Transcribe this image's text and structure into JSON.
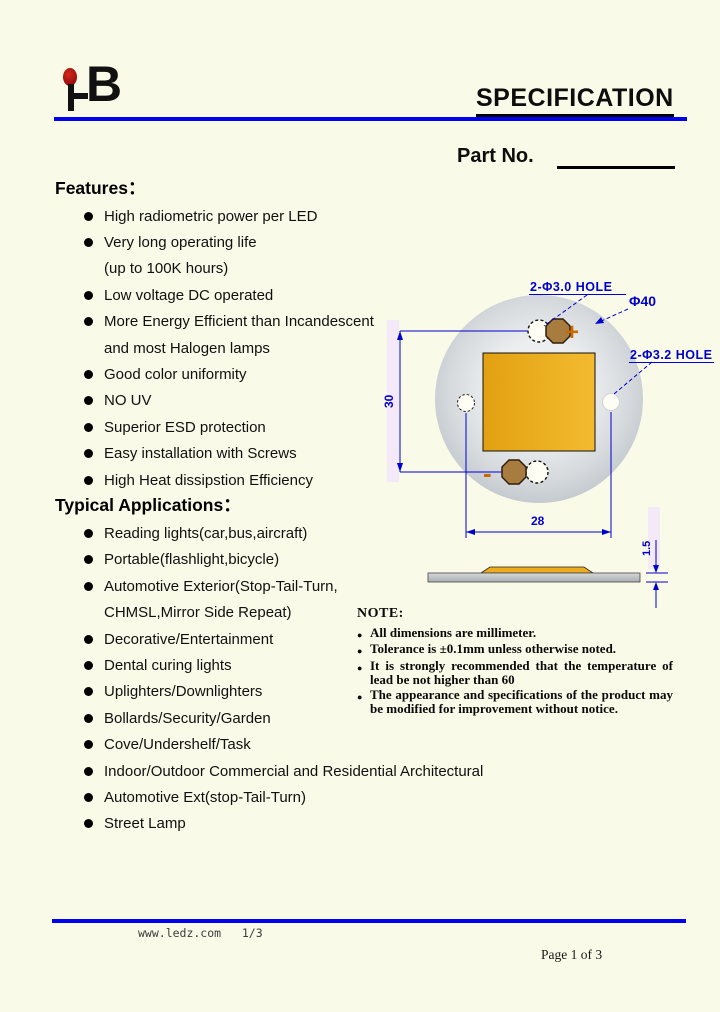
{
  "page": {
    "background": "#fafae8",
    "accent_blue": "#0000f0",
    "drawing_blue": "#0000cc"
  },
  "header": {
    "logo": "B",
    "title": "SPECIFICATION",
    "part_no_label": "Part No.",
    "part_no_value": ""
  },
  "features": {
    "heading": "Features：",
    "items": [
      {
        "bullet": true,
        "text": "High radiometric power per LED"
      },
      {
        "bullet": true,
        "text": "Very long operating life"
      },
      {
        "bullet": false,
        "text": "(up to 100K hours)"
      },
      {
        "bullet": true,
        "text": "Low voltage DC operated"
      },
      {
        "bullet": true,
        "text": "More Energy Efficient than Incandescent"
      },
      {
        "bullet": false,
        "text": "and most Halogen lamps"
      },
      {
        "bullet": true,
        "text": "Good color uniformity"
      },
      {
        "bullet": true,
        "text": "NO UV"
      },
      {
        "bullet": true,
        "text": "Superior ESD protection"
      },
      {
        "bullet": true,
        "text": "Easy installation with Screws"
      },
      {
        "bullet": true,
        "text": "High Heat dissipstion Efficiency"
      }
    ]
  },
  "applications": {
    "heading": "Typical Applications：",
    "items": [
      {
        "bullet": true,
        "text": "Reading lights(car,bus,aircraft)"
      },
      {
        "bullet": true,
        "text": "Portable(flashlight,bicycle)"
      },
      {
        "bullet": true,
        "text": "Automotive Exterior(Stop-Tail-Turn,"
      },
      {
        "bullet": false,
        "text": "CHMSL,Mirror Side Repeat)"
      },
      {
        "bullet": true,
        "text": "Decorative/Entertainment"
      },
      {
        "bullet": true,
        "text": "Dental curing lights"
      },
      {
        "bullet": true,
        "text": "Uplighters/Downlighters"
      },
      {
        "bullet": true,
        "text": "Bollards/Security/Garden"
      },
      {
        "bullet": true,
        "text": "Cove/Undershelf/Task"
      },
      {
        "bullet": true,
        "text": "Indoor/Outdoor Commercial and Residential Architectural"
      },
      {
        "bullet": true,
        "text": "Automotive Ext(stop-Tail-Turn)"
      },
      {
        "bullet": true,
        "text": "Street Lamp"
      }
    ]
  },
  "drawing": {
    "label_hole_30": "2-Φ3.0 HOLE",
    "label_dia_40": "Φ40",
    "label_hole_32": "2-Φ3.2 HOLE",
    "dim_vertical": "30",
    "dim_horizontal": "28",
    "dim_thickness": "1.5",
    "polarity_plus": "+",
    "polarity_minus": "-"
  },
  "note": {
    "heading": "NOTE:",
    "items": [
      "All dimensions are millimeter.",
      "Tolerance is ±0.1mm unless otherwise noted.",
      "It is strongly recommended that the temperature of lead be not higher than 60",
      "The appearance and specifications of the product may be modified for improvement without notice."
    ]
  },
  "footer": {
    "website": "www.ledz.com   1/3",
    "page_number": "Page 1 of 3"
  }
}
